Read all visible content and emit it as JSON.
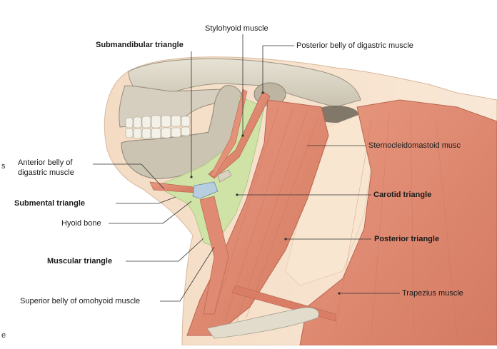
{
  "labels": {
    "stylohyoid": "Stylohyoid muscle",
    "submandibular": "Submandibular triangle",
    "posterior_belly": "Posterior belly of digastric muscle",
    "sternocleidomastoid": "Sternocleidomastoid musc",
    "anterior_belly_1": "Anterior belly of",
    "anterior_belly_2": "digastric muscle",
    "carotid": "Carotid triangle",
    "submental": "Submental triangle",
    "hyoid": "Hyoid bone",
    "posterior_triangle": "Posterior triangle",
    "muscular": "Muscular triangle",
    "superior_omohyoid": "Superior belly of omohyoid muscle",
    "trapezius": "Trapezius muscle"
  },
  "edge_fragments": {
    "mark_a": "s",
    "mark_b": "e"
  },
  "colors": {
    "muscle": "#e08a73",
    "muscle_dark": "#c86a55",
    "triangle_green": "#cfe3a6",
    "skin": "#f7e2cc",
    "bone": "#d8d2c2",
    "bone_dark": "#a49d8c",
    "leader": "#333333"
  }
}
